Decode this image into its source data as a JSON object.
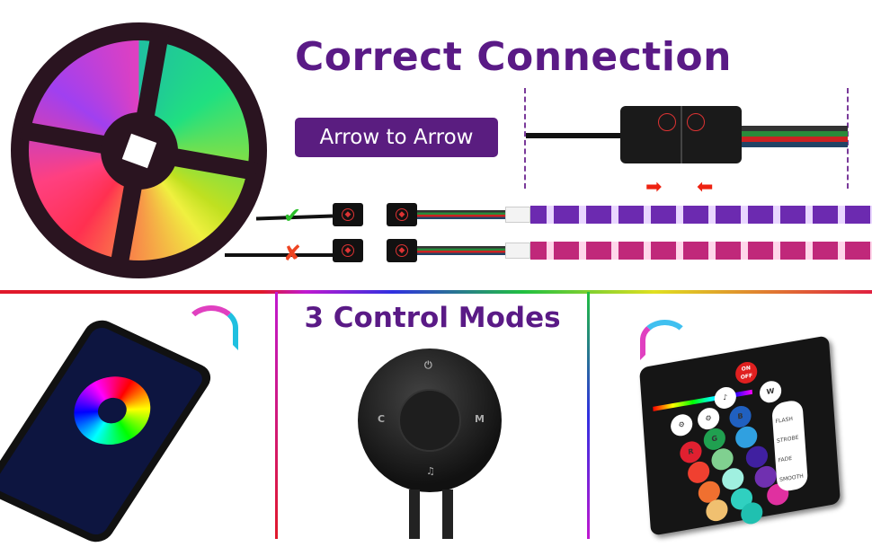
{
  "header": {
    "title": "Correct Connection",
    "badge": "Arrow to Arrow"
  },
  "controls": {
    "heading": "3 Control Modes"
  },
  "controller": {
    "power": "⏻",
    "left": "C",
    "right": "M",
    "bottom": "♫"
  },
  "remote": {
    "on_off": "ON OFF",
    "w": "W",
    "b": "B",
    "g": "G",
    "r": "R",
    "flash": "FLASH",
    "strobe": "STROBE",
    "fade": "FADE",
    "smooth": "SMOOTH"
  },
  "marks": {
    "check": "✔",
    "cross": "✘"
  },
  "colors": {
    "purple": "#5a1a86",
    "red_divider": "#e0182a"
  }
}
